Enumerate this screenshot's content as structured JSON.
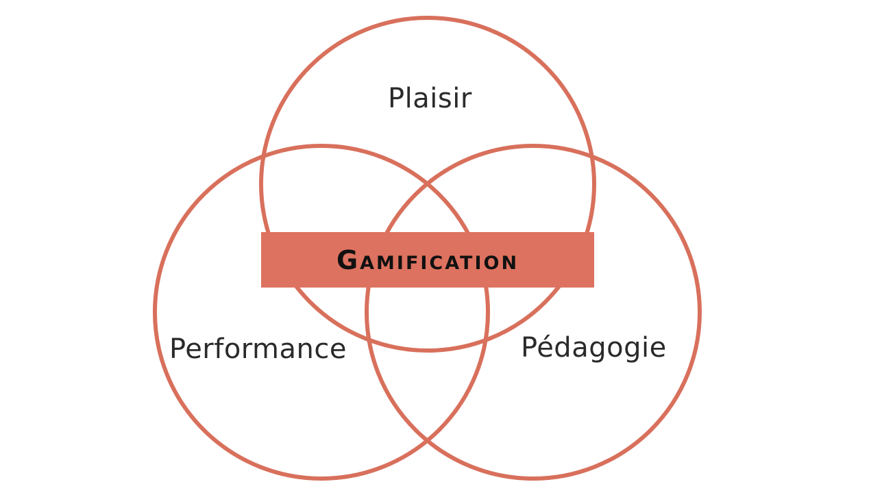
{
  "colors": {
    "circle_stroke": "#d8705c",
    "banner_fill": "#de7260",
    "background": "#ffffff"
  },
  "venn": {
    "circles": [
      {
        "id": "top",
        "label": "Plaisir"
      },
      {
        "id": "left",
        "label": "Performance"
      },
      {
        "id": "right",
        "label": "Pédagogie"
      }
    ],
    "center_label": "Gamification"
  }
}
